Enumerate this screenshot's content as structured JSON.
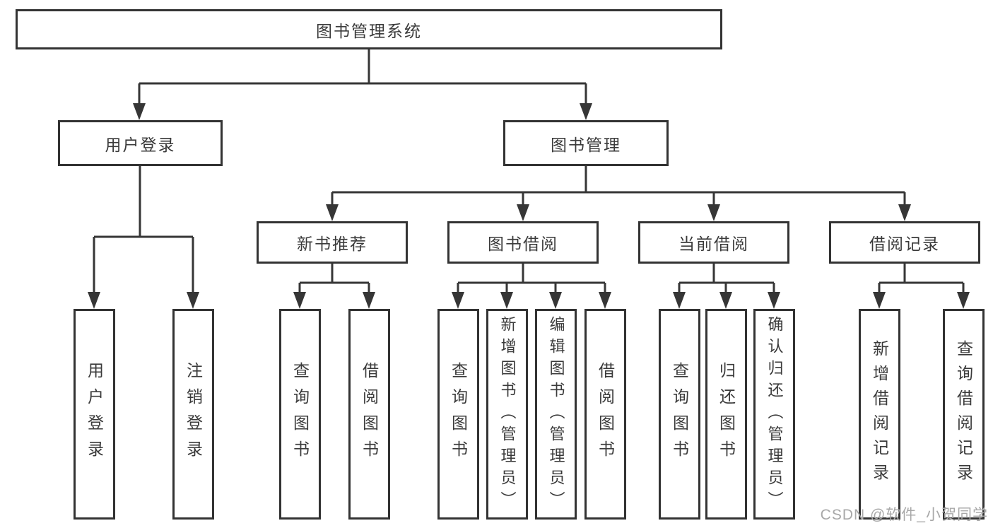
{
  "tree": {
    "label": "图书管理系统",
    "children": [
      {
        "label": "用户登录",
        "children": [
          {
            "label": "用户登录"
          },
          {
            "label": "注销登录"
          }
        ]
      },
      {
        "label": "图书管理",
        "children": [
          {
            "label": "新书推荐",
            "children": [
              {
                "label": "查询图书"
              },
              {
                "label": "借阅图书"
              }
            ]
          },
          {
            "label": "图书借阅",
            "children": [
              {
                "label": "查询图书"
              },
              {
                "label": "新增图书（管理员）"
              },
              {
                "label": "编辑图书（管理员）"
              },
              {
                "label": "借阅图书"
              }
            ]
          },
          {
            "label": "当前借阅",
            "children": [
              {
                "label": "查询图书"
              },
              {
                "label": "归还图书"
              },
              {
                "label": "确认归还（管理员）"
              }
            ]
          },
          {
            "label": "借阅记录",
            "children": [
              {
                "label": "新增借阅记录"
              },
              {
                "label": "查询借阅记录"
              }
            ]
          }
        ]
      }
    ]
  },
  "watermark": {
    "text": "CSDN @软件_小贺同学"
  },
  "colors": {
    "line": "#363636",
    "box_border": "#333333",
    "text": "#3a3a3a",
    "watermark": "#a8a8a8",
    "background": "#ffffff"
  }
}
